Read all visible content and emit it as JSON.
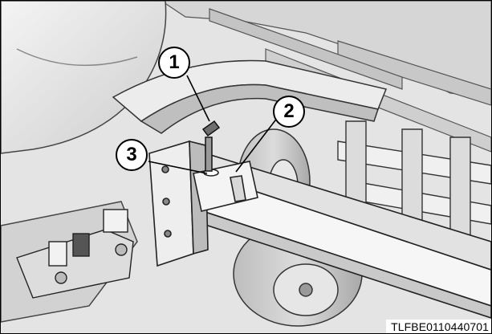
{
  "figure": {
    "document_id": "TLFBE0110440701",
    "callouts": [
      "1",
      "2",
      "3"
    ]
  },
  "colors": {
    "background": "#e4e4e4",
    "metal_light": "#f1f1f1",
    "metal_mid": "#cfcfcf",
    "metal_dark": "#8a8a8a",
    "outline": "#000000"
  },
  "icons": {
    "pin": "locking-pin-icon"
  }
}
